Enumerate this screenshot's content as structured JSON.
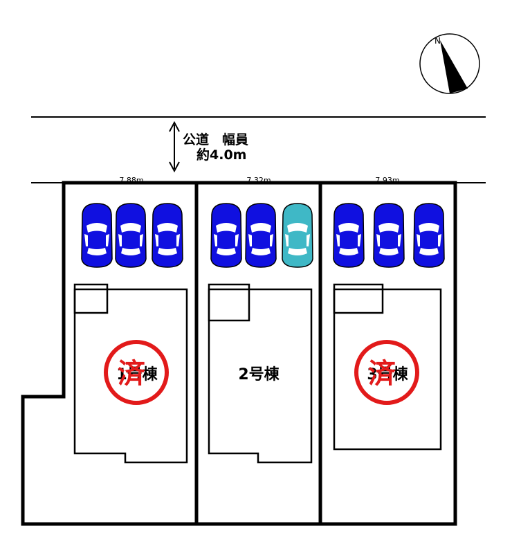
{
  "compass": {
    "label": "N",
    "icon": "north-arrow-icon"
  },
  "road": {
    "line1": "公道　幅員",
    "line2": "約4.0m"
  },
  "lots": [
    {
      "frontage": "7.88m",
      "building_label": "1号棟",
      "sold_mark": "済",
      "cars": [
        "blue",
        "blue",
        "blue"
      ]
    },
    {
      "frontage": "7.32m",
      "building_label": "2号棟",
      "sold_mark": "",
      "cars": [
        "blue",
        "blue",
        "teal"
      ]
    },
    {
      "frontage": "7.93m",
      "building_label": "3号棟",
      "sold_mark": "済",
      "cars": [
        "blue",
        "blue",
        "blue"
      ]
    }
  ],
  "colors": {
    "car_blue": "#1010e0",
    "car_teal": "#3fb8c6",
    "sold_red": "#e21a1a",
    "line": "#000000"
  }
}
